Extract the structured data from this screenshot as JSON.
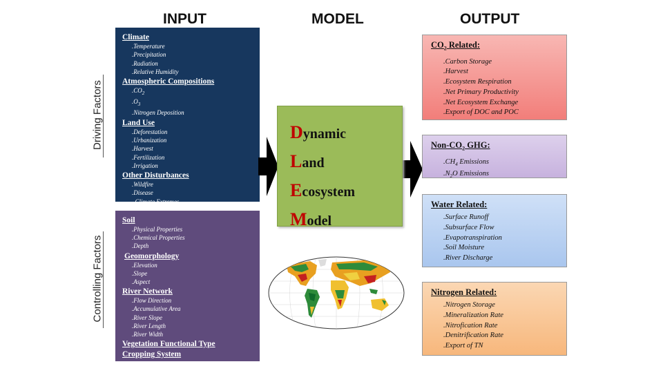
{
  "headers": {
    "input": "INPUT",
    "model": "MODEL",
    "output": "OUTPUT"
  },
  "side_labels": {
    "driving": "Driving Factors",
    "controlling": "Controlling Factors"
  },
  "driving_panel": {
    "climate": {
      "title": "Climate",
      "items": [
        ".Temperature",
        ".Precipitation",
        ".Radiation",
        ".Relative Humidity"
      ]
    },
    "atmos": {
      "title": "Atmospheric Compositions",
      "items": [
        ".CO",
        ".O",
        ".Nitrogen Deposition"
      ]
    },
    "landuse": {
      "title": "Land Use",
      "items": [
        ".Deforestation",
        ".Urbanization",
        ".Harvest",
        ".Fertilization",
        ".Irrigation"
      ]
    },
    "other": {
      "title": "Other Disturbances",
      "items": [
        ".Wildfire",
        ".Disease",
        " .Climate Extremes"
      ]
    }
  },
  "controlling_panel": {
    "soil": {
      "title": "Soil",
      "items": [
        ".Physical Properties",
        ".Chemical Properties",
        ".Depth"
      ]
    },
    "geo": {
      "title": "Geomorphology",
      "items": [
        ".Elevation",
        ".Slope",
        ".Aspect"
      ]
    },
    "river": {
      "title": "River Network",
      "items": [
        ".Flow Direction",
        ".Accumulative Area",
        ".River Slope",
        ".River Length",
        ".River Width"
      ]
    },
    "veg": {
      "title": "Vegetation Functional Type"
    },
    "crop": {
      "title": "Cropping System"
    }
  },
  "model_box": {
    "lines": [
      {
        "first": "D",
        "rest": "ynamic"
      },
      {
        "first": "L",
        "rest": "and"
      },
      {
        "first": "E",
        "rest": "cosystem"
      },
      {
        "first": "M",
        "rest": "odel"
      }
    ]
  },
  "outputs": {
    "co2": {
      "title_pre": "CO",
      "title_sub": "2",
      "title_post": " Related:",
      "items": [
        ".Carbon Storage",
        ".Harvest",
        ".Ecosystem Respiration",
        ".Net Primary Productivity",
        ".Net Ecosystem Exchange",
        ".Export of DOC and POC"
      ]
    },
    "nonco2": {
      "title_pre": "Non-CO",
      "title_sub": "2",
      "title_post": " GHG:",
      "items": [
        {
          "pre": ".CH",
          "sub": "4",
          "post": " Emissions"
        },
        {
          "pre": ".N",
          "sub": "2",
          "post": "O Emissions"
        }
      ]
    },
    "water": {
      "title": "Water Related:",
      "items": [
        ".Surface Runoff",
        ".Subsurface Flow",
        ".Evapotranspiration",
        ".Soil Moisture",
        ".River Discharge"
      ]
    },
    "nitrogen": {
      "title": "Nitrogen Related:",
      "items": [
        ".Nitrogen Storage",
        ".Mineralization Rate",
        ".Nitrofication Rate",
        ".Denitrification Rate",
        ".Export of TN"
      ]
    }
  },
  "colors": {
    "driving": "#17375e",
    "controlling": "#5f4b7c",
    "model": "#9bbb59",
    "model_initial": "#c00000"
  },
  "icons": {
    "map": "world-vegetation-map-icon",
    "arrow": "right-arrow-icon"
  }
}
